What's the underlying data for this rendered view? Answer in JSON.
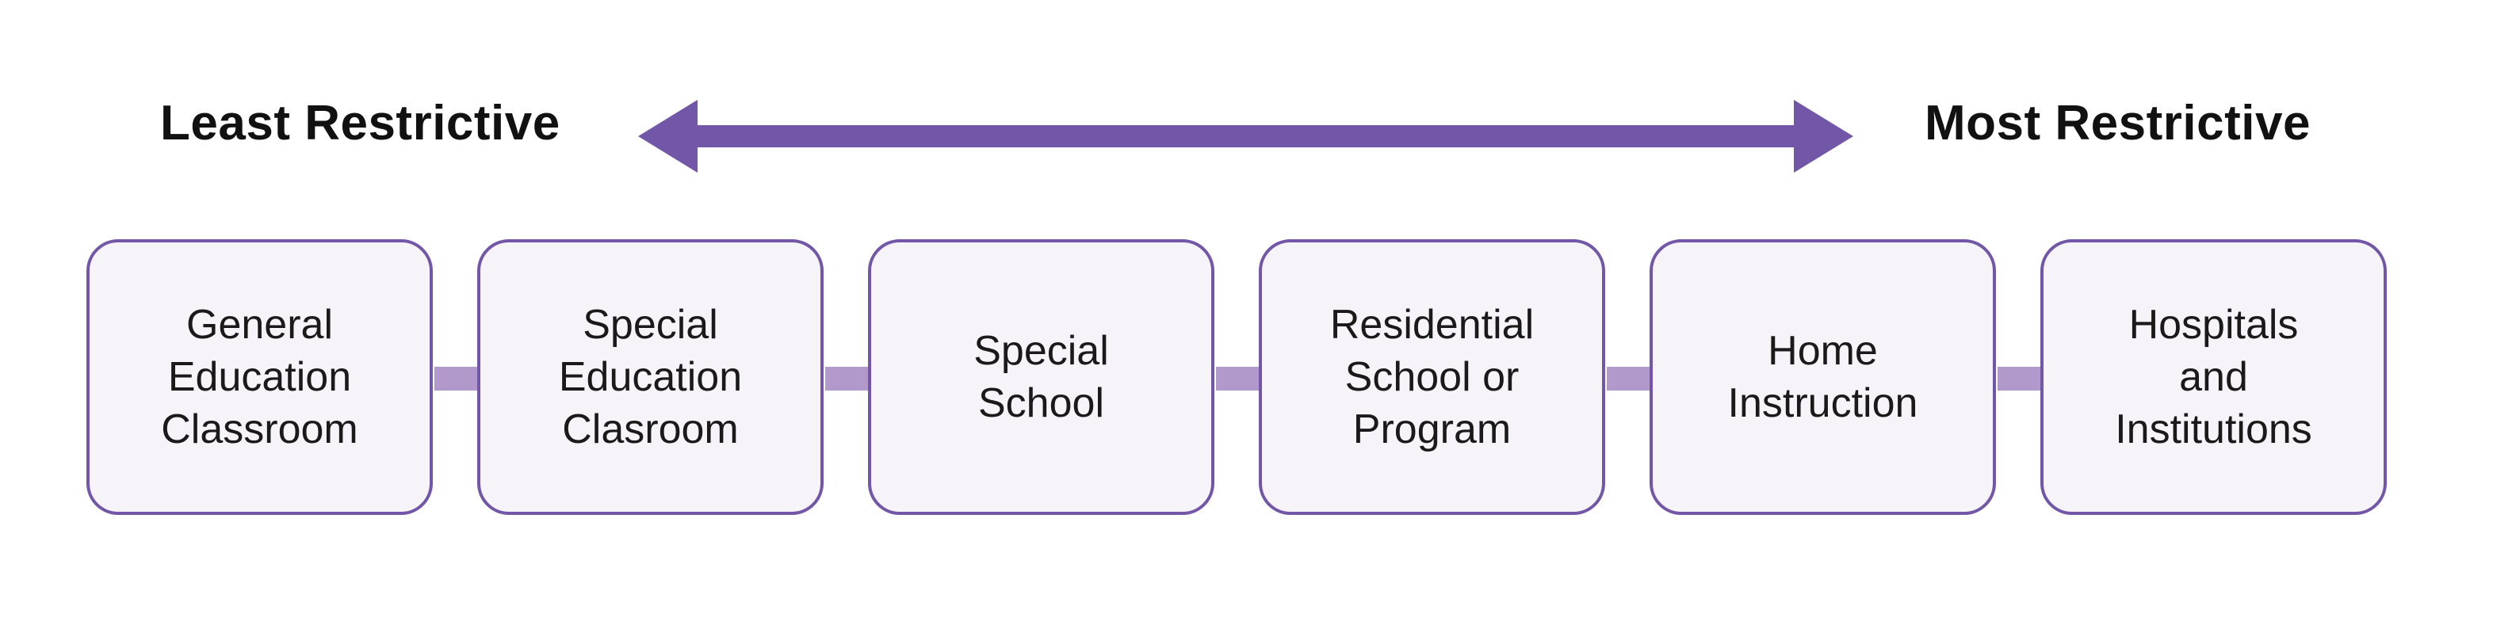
{
  "scale": {
    "left_label": "Least Restrictive",
    "right_label": "Most Restrictive",
    "arrow_color": "#7256a8"
  },
  "placements": [
    {
      "label": "General Education Classroom"
    },
    {
      "label": "Special Education Clasroom"
    },
    {
      "label": "Special School"
    },
    {
      "label": "Residential School or Program"
    },
    {
      "label": "Home Instruction"
    },
    {
      "label": "Hospitals and Institutions"
    }
  ],
  "colors": {
    "box_border": "#7256a8",
    "box_fill": "#f6f4f8",
    "connector": "#b19acb"
  }
}
